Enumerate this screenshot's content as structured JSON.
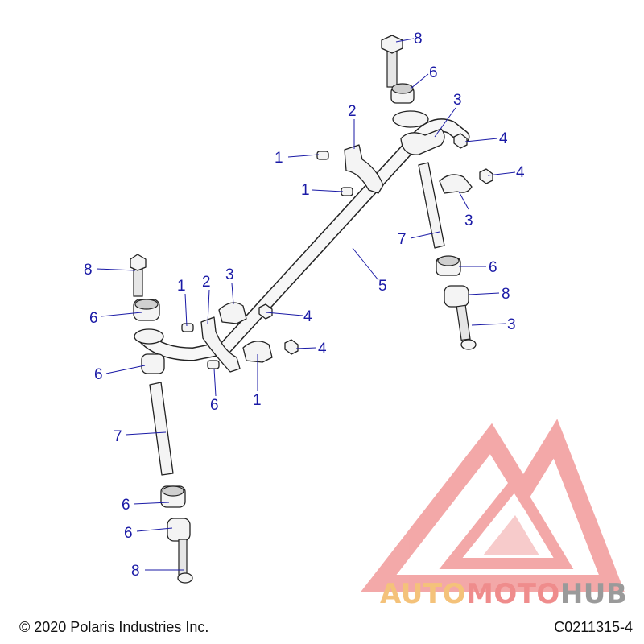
{
  "footer": {
    "copyright": "© 2020 Polaris Industries Inc.",
    "figure_code": "C0211315-4"
  },
  "watermark": {
    "word_part1": "AUTO",
    "word_part2": "MOTO",
    "word_part3": "HUB",
    "colors": {
      "auto": "#f4c27a",
      "moto": "#ef8c8c",
      "hub": "#9a9a9a",
      "logo": "#ef8c8c"
    }
  },
  "callouts": [
    "8",
    "6",
    "3",
    "4",
    "2",
    "1",
    "1",
    "4",
    "3",
    "7",
    "5",
    "8",
    "6",
    "6",
    "1",
    "2",
    "3",
    "4",
    "4",
    "6",
    "8",
    "3",
    "1",
    "6",
    "7",
    "6",
    "6",
    "8"
  ],
  "colors": {
    "callout": "#1a1aa6",
    "line": "#222222"
  }
}
